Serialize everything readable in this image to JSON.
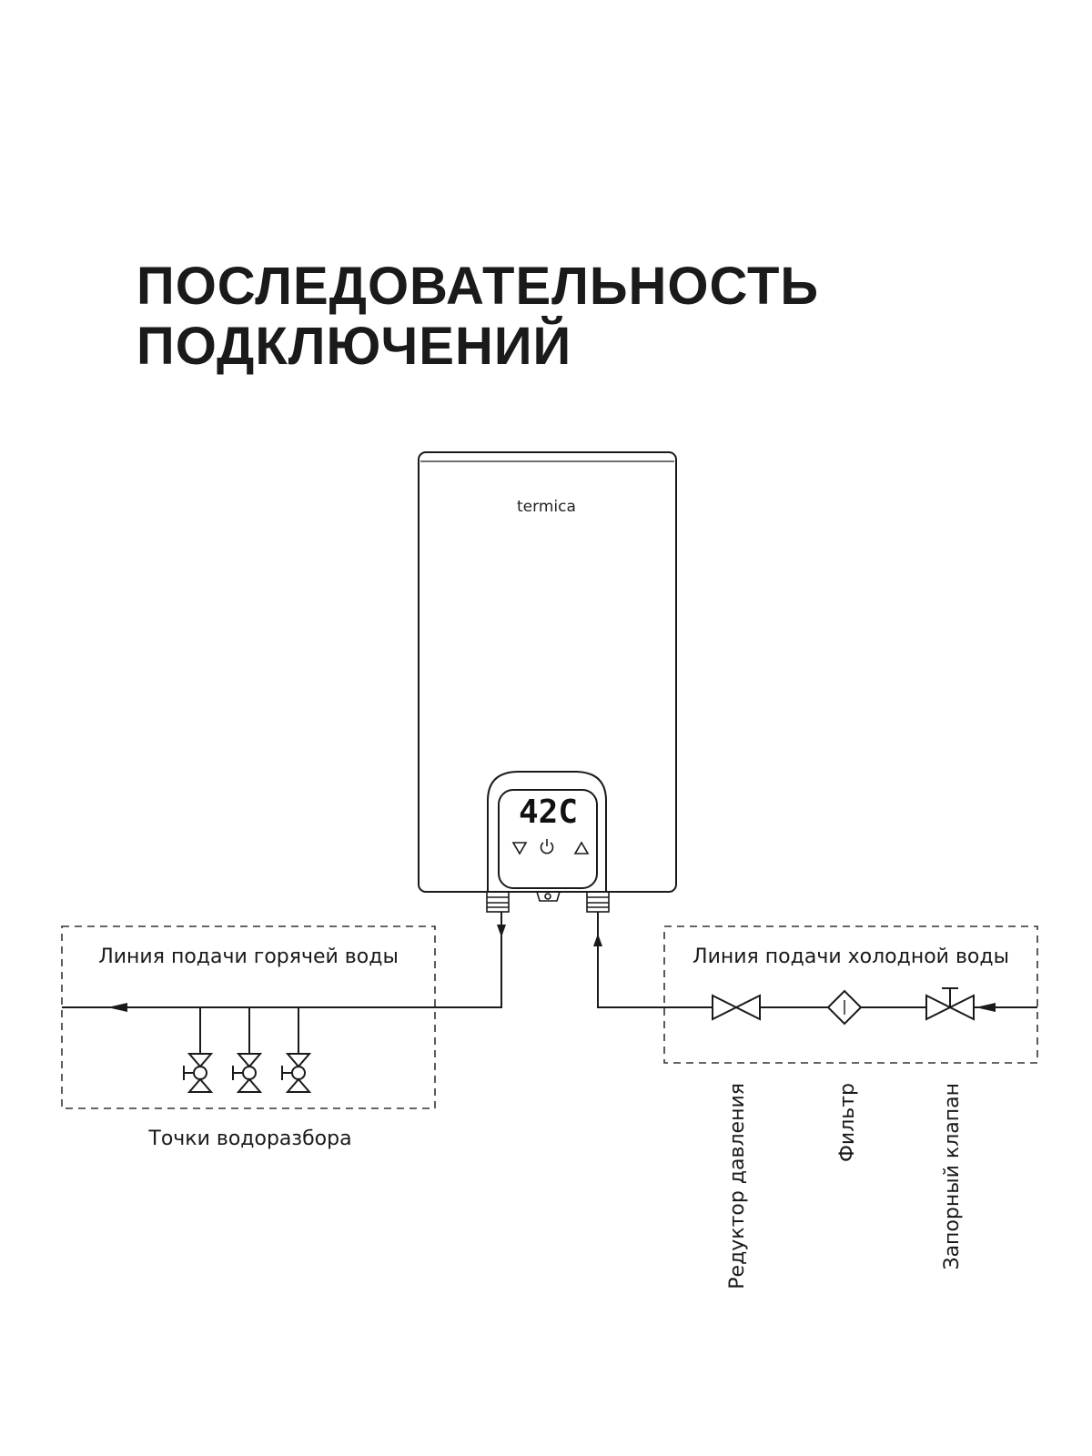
{
  "title": {
    "line1": "ПОСЛЕДОВАТЕЛЬНОСТЬ",
    "line2": "ПОДКЛЮЧЕНИЙ"
  },
  "heater": {
    "brand": "termica",
    "display": "42C",
    "buttons": [
      "down-triangle-icon",
      "power-icon",
      "up-triangle-icon"
    ]
  },
  "hot_line": {
    "label": "Линия подачи горячей воды",
    "taps_label": "Точки водоразбора"
  },
  "cold_line": {
    "label": "Линия подачи холодной воды",
    "components": [
      {
        "label": "Редуктор давления",
        "icon": "pressure-reducer-icon"
      },
      {
        "label": "Фильтр",
        "icon": "filter-icon"
      },
      {
        "label": "Запорный клапан",
        "icon": "shutoff-valve-icon"
      }
    ]
  }
}
